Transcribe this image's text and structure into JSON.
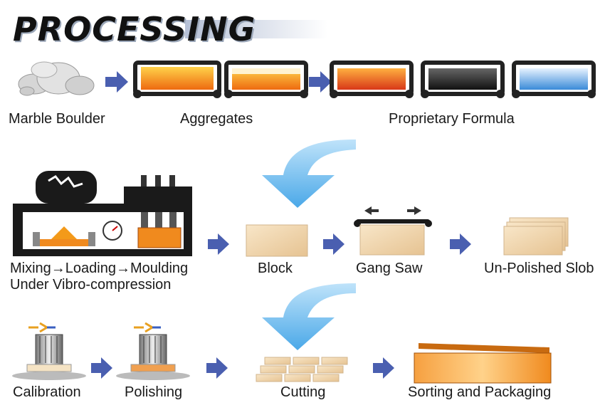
{
  "title": "PROCESSING",
  "steps": {
    "marble_boulder": "Marble Boulder",
    "aggregates": "Aggregates",
    "proprietary_formula": "Proprietary Formula",
    "mixing_line1": "Mixing→Loading→Moulding",
    "mixing_line2": "Under Vibro-compression",
    "block": "Block",
    "gang_saw": "Gang Saw",
    "unpolished_slob": "Un-Polished Slob",
    "calibration": "Calibration",
    "polishing": "Polishing",
    "cutting": "Cutting",
    "sorting_packaging": "Sorting and Packaging"
  },
  "colors": {
    "arrow": "#4a5fb0",
    "big_arrow": "#5bb0e6",
    "slab": "#f1d7b4",
    "orange": "#f08a1e",
    "machine": "#1a1a1a"
  },
  "icons": {
    "boulder": "marble-boulder-icon",
    "conveyor": "conveyor-bin-icon",
    "mixer": "mixing-machine-icon",
    "saw": "gang-saw-icon",
    "polisher": "polishing-machine-icon",
    "package": "package-box-icon"
  }
}
